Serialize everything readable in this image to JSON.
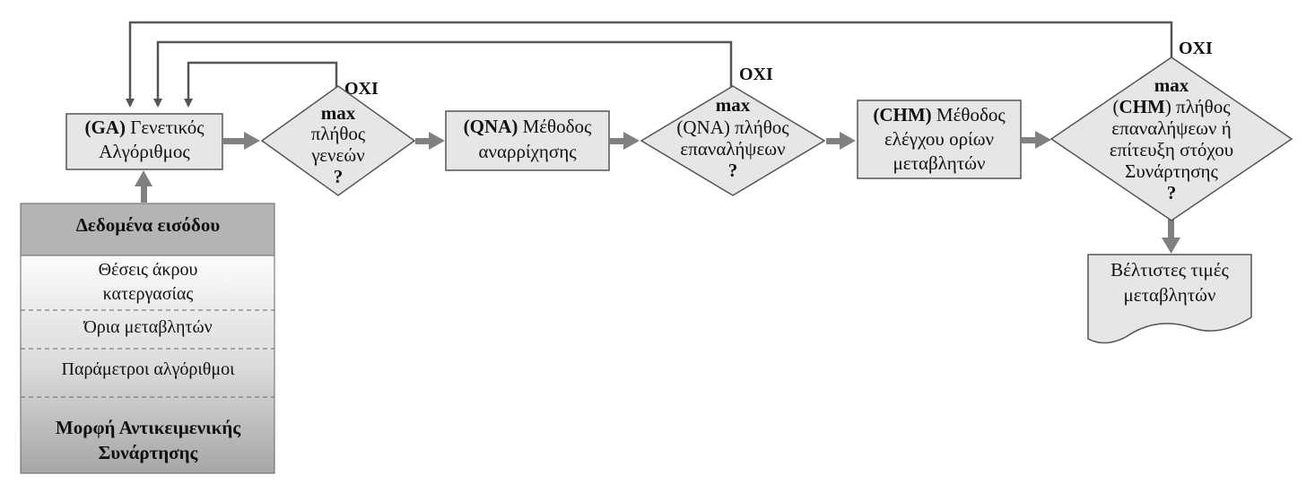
{
  "nodes": {
    "ga": {
      "abbr": "(GA)",
      "rest": " Γενετικός",
      "line2": "Αλγόριθμος"
    },
    "dec1": {
      "line1": "max",
      "line2": "πλήθος",
      "line3": "γενεών",
      "line4": "?"
    },
    "qna": {
      "abbr": "(QNA)",
      "rest": " Μέθοδος",
      "line2": "αναρρίχησης"
    },
    "dec2": {
      "line1": "max",
      "line2": "(QNA) πλήθος",
      "line3": "επαναλήψεων",
      "line4": "?"
    },
    "chm": {
      "abbr": "(CHM)",
      "rest": " Μέθοδος",
      "line2": "ελέγχου ορίων",
      "line3": "μεταβλητών"
    },
    "dec3": {
      "line1": "max",
      "line2a": "(",
      "line2b": "CHM",
      "line2c": ") πλήθος",
      "line3": "επαναλήψεων ή",
      "line4": "επίτευξη στόχου",
      "line5": "Συνάρτησης",
      "line6": "?"
    },
    "output": {
      "line1": "Βέλτιστες τιμές",
      "line2": "μεταβλητών"
    }
  },
  "input_panel": {
    "header": "Δεδομένα εισόδου",
    "item1_line1": "Θέσεις άκρου",
    "item1_line2": "κατεργασίας",
    "item2": "Όρια μεταβλητών",
    "item3": "Παράμετροι αλγόριθμοι",
    "footer_line1": "Μορφή Αντικειμενικής",
    "footer_line2": "Συνάρτησης"
  },
  "labels": {
    "no1": "ΟΧΙ",
    "no2": "ΟΧΙ",
    "no3": "ΟΧΙ"
  },
  "colors": {
    "box_fill": "#e6e6e6",
    "box_stroke": "#555555",
    "arrow": "#808080",
    "header_fill": "#b4b4b4",
    "loop_line": "#555555"
  }
}
